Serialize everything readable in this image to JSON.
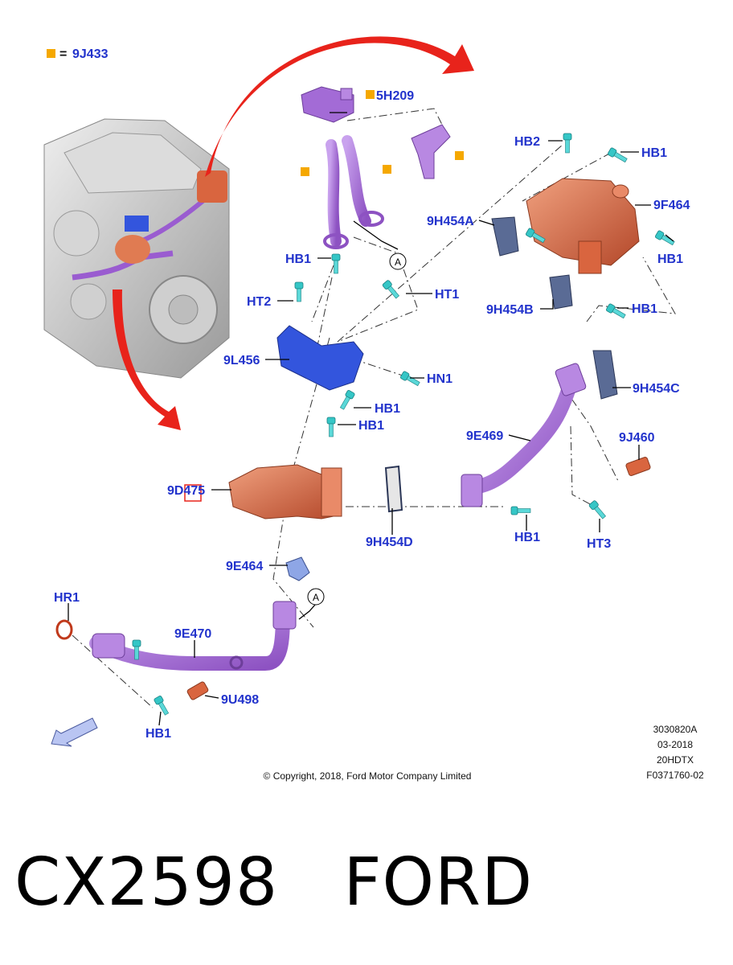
{
  "legend": {
    "symbol": "■",
    "equals": "=",
    "code": "9J433",
    "marker_color": "#f5a800"
  },
  "labels": {
    "p5H209": "5H209",
    "HB2": "HB2",
    "HB1_top": "HB1",
    "p9F464": "9F464",
    "p9H454A": "9H454A",
    "HB1_right": "HB1",
    "HB1_mid_left": "HB1",
    "HT1": "HT1",
    "HT2": "HT2",
    "p9H454B": "9H454B",
    "HB1_cooler": "HB1",
    "p9L456": "9L456",
    "HN1": "HN1",
    "HB1_bracket": "HB1",
    "p9H454C": "9H454C",
    "HB1_valve": "HB1",
    "p9E469": "9E469",
    "p9J460": "9J460",
    "p9D475": "9D475",
    "p9H454D": "9H454D",
    "HB1_pipe": "HB1",
    "HT3": "HT3",
    "p9E464": "9E464",
    "HR1": "HR1",
    "p9E470": "9E470",
    "p9U498": "9U498",
    "HB1_bottom": "HB1",
    "callout_top": "A",
    "callout_bottom": "A"
  },
  "doc_info": {
    "number": "3030820A",
    "date": "03-2018",
    "engine": "20HDTX",
    "figure": "F0371760-02"
  },
  "copyright": "© Copyright, 2018, Ford Motor Company Limited",
  "footer": {
    "part_number": "CX2598",
    "brand": "FORD"
  },
  "colors": {
    "label": "#2233cc",
    "pipe": "#a36bd6",
    "valve": "#d9653f",
    "bracket": "#3355dd",
    "gasket": "#5a6b95",
    "fastener": "#35c6c6",
    "arrow": "#e8231b"
  }
}
